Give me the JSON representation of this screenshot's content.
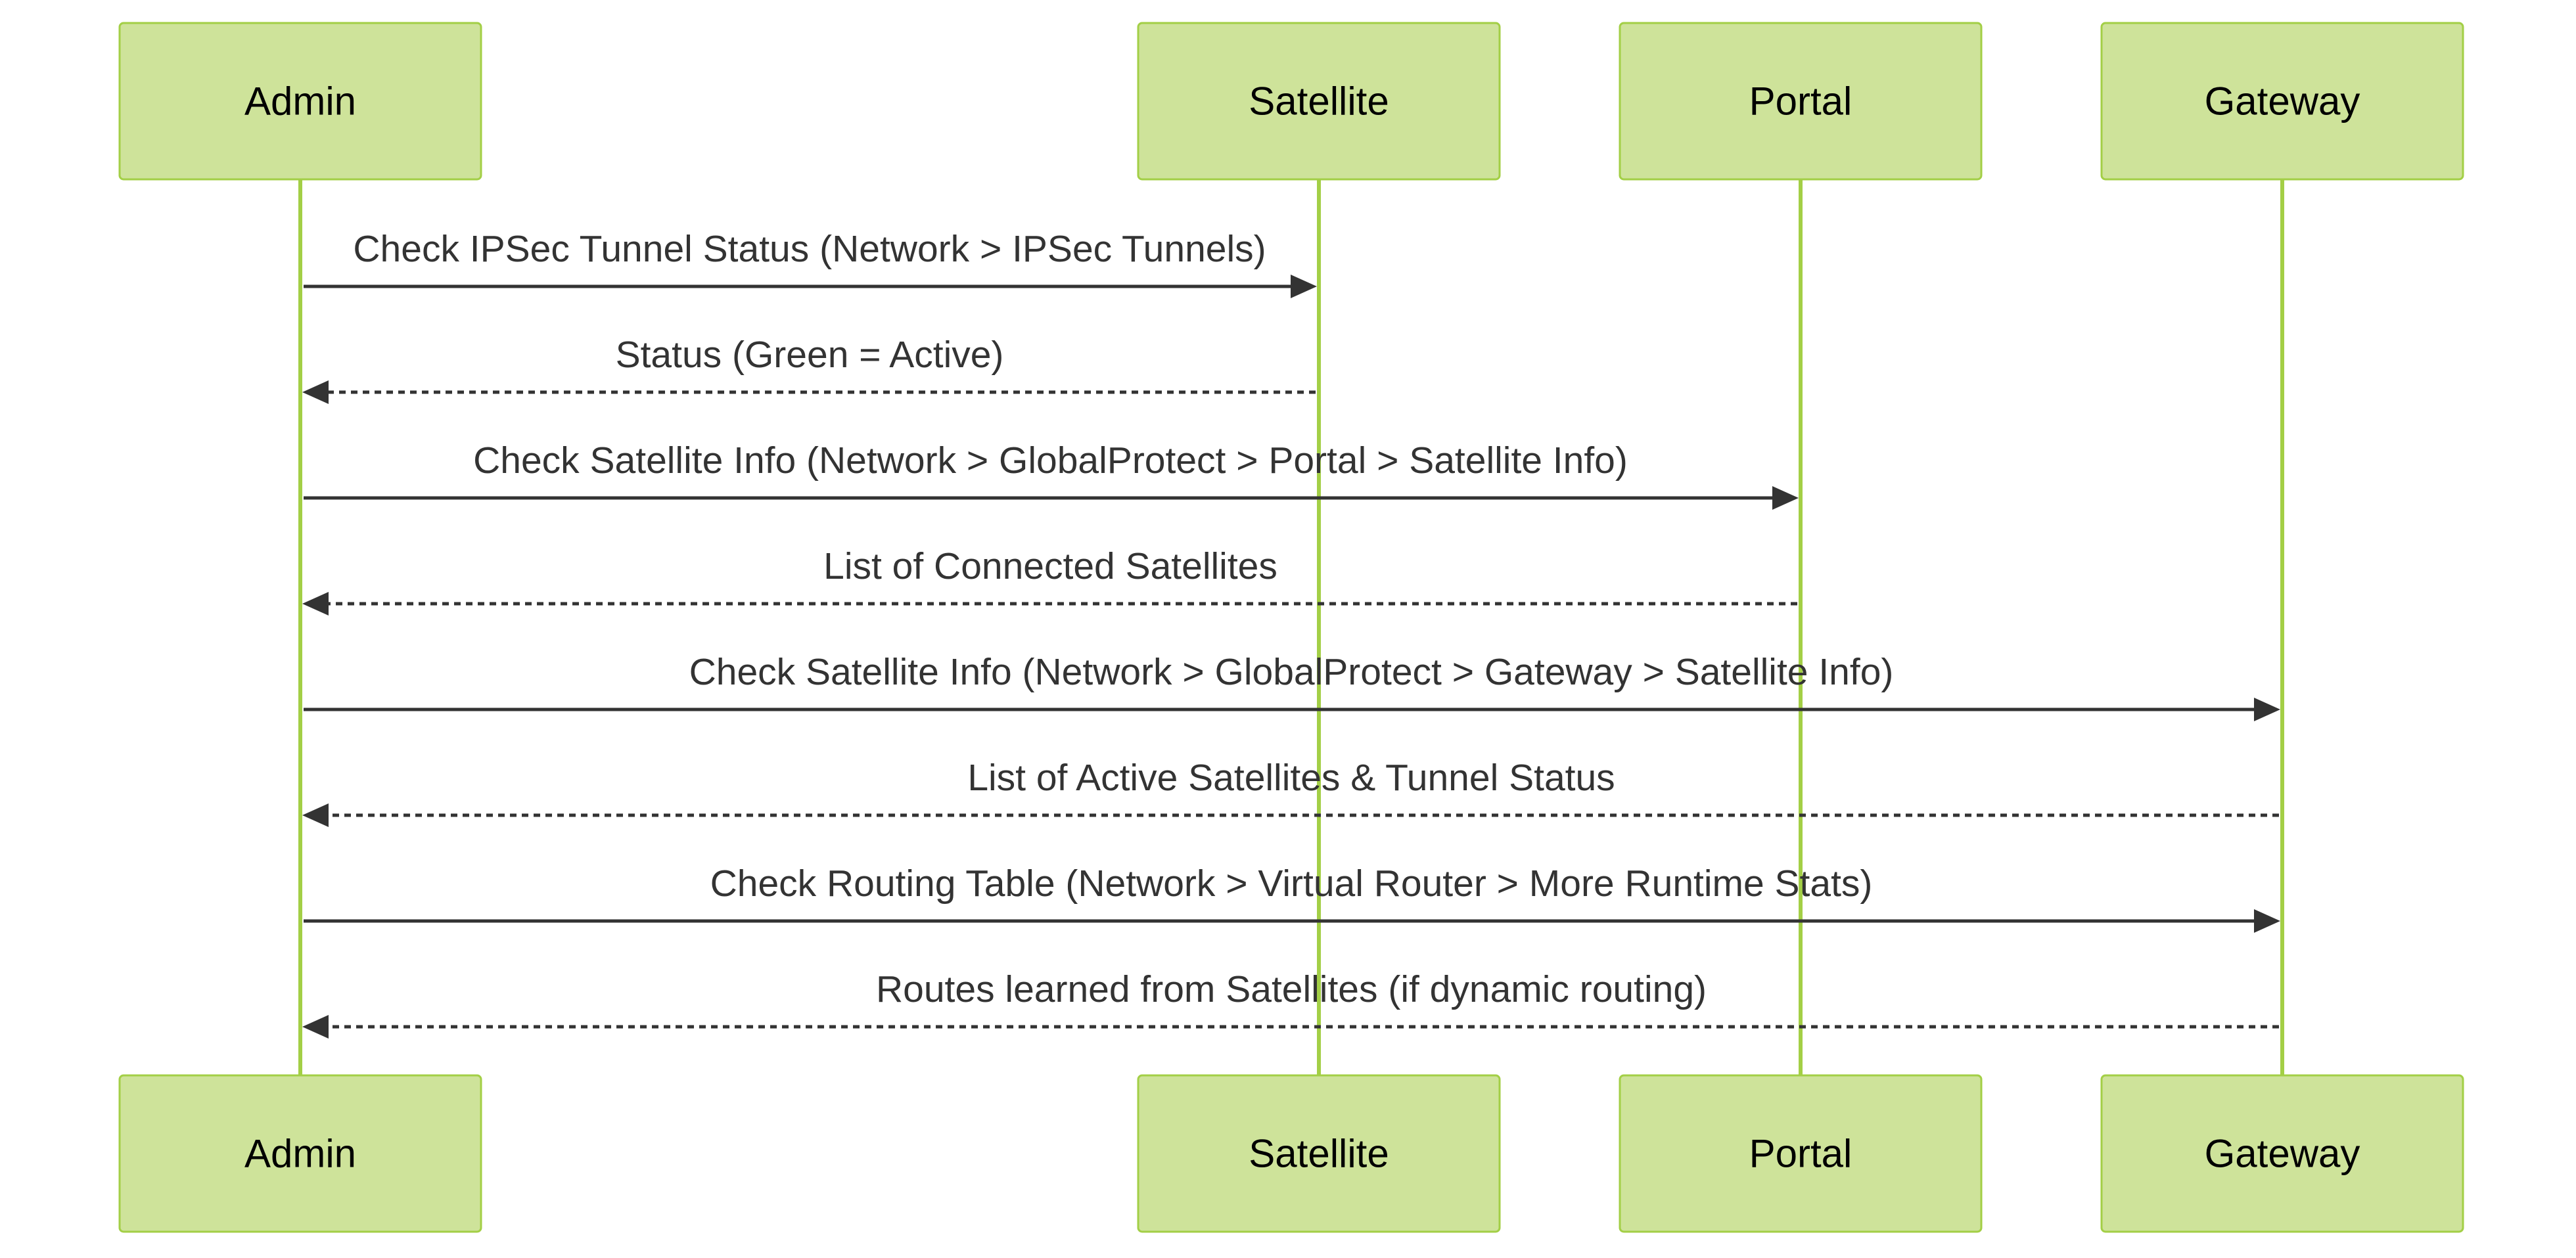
{
  "colors": {
    "actor_fill": "#cee39a",
    "actor_border": "#a3cf46",
    "lifeline": "#a3cf46",
    "message_line": "#333333",
    "text": "#333333"
  },
  "participants": [
    {
      "id": "admin",
      "label": "Admin"
    },
    {
      "id": "satellite",
      "label": "Satellite"
    },
    {
      "id": "portal",
      "label": "Portal"
    },
    {
      "id": "gateway",
      "label": "Gateway"
    }
  ],
  "messages": [
    {
      "from": "admin",
      "to": "satellite",
      "style": "solid",
      "text": "Check IPSec Tunnel Status (Network > IPSec Tunnels)"
    },
    {
      "from": "satellite",
      "to": "admin",
      "style": "dashed",
      "text": "Status (Green = Active)"
    },
    {
      "from": "admin",
      "to": "portal",
      "style": "solid",
      "text": "Check Satellite Info (Network > GlobalProtect > Portal > Satellite Info)"
    },
    {
      "from": "portal",
      "to": "admin",
      "style": "dashed",
      "text": "List of Connected Satellites"
    },
    {
      "from": "admin",
      "to": "gateway",
      "style": "solid",
      "text": "Check Satellite Info (Network > GlobalProtect > Gateway > Satellite Info)"
    },
    {
      "from": "gateway",
      "to": "admin",
      "style": "dashed",
      "text": "List of Active Satellites & Tunnel Status"
    },
    {
      "from": "admin",
      "to": "gateway",
      "style": "solid",
      "text": "Check Routing Table (Network > Virtual Router > More Runtime Stats)"
    },
    {
      "from": "gateway",
      "to": "admin",
      "style": "dashed",
      "text": "Routes learned from Satellites (if dynamic routing)"
    }
  ]
}
